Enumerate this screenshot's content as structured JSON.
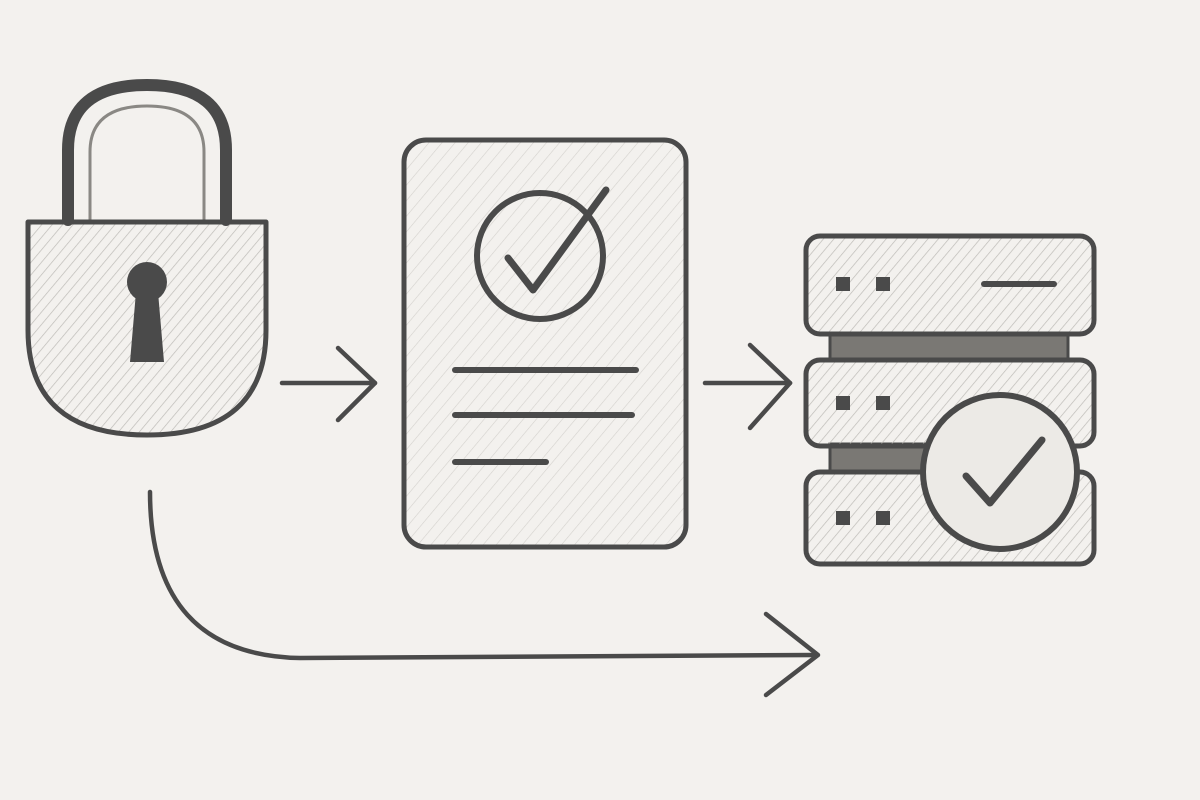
{
  "diagram": {
    "nodes": [
      {
        "id": "lock",
        "icon": "padlock-icon"
      },
      {
        "id": "document",
        "icon": "checked-document-icon"
      },
      {
        "id": "server",
        "icon": "server-stack-check-icon"
      }
    ],
    "edges": [
      {
        "from": "lock",
        "to": "document",
        "style": "straight-arrow"
      },
      {
        "from": "document",
        "to": "server",
        "style": "straight-arrow"
      },
      {
        "from": "lock",
        "to": "server",
        "style": "curved-arrow"
      }
    ]
  },
  "colors": {
    "background": "#f3f1ee",
    "pencil": "#4a4a4a",
    "shade": "#d8d6d2",
    "dark_shade": "#7a7874"
  }
}
